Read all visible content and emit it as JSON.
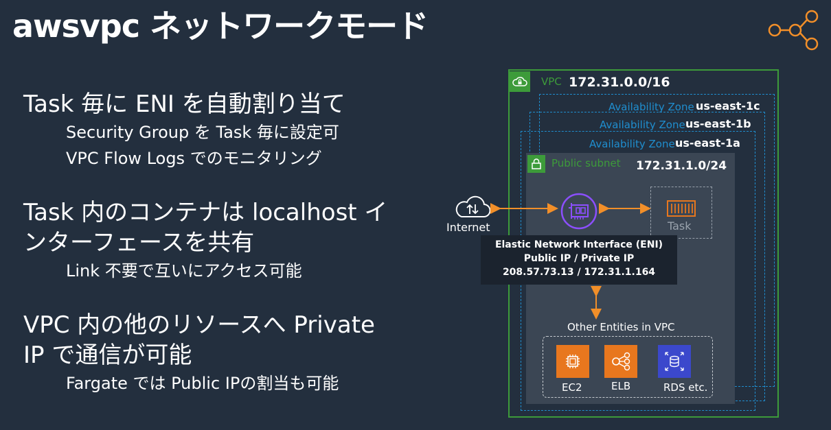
{
  "title": "awsvpc ネットワークモード",
  "bullets": [
    {
      "text": "Task 毎に ENI を自動割り当て",
      "subs": [
        "Security Group を Task 毎に設定可",
        "VPC Flow Logs でのモニタリング"
      ]
    },
    {
      "text": "Task 内のコンテナは localhost イ",
      "text2": "ンターフェースを共有",
      "subs": [
        "Link 不要で互いにアクセス可能"
      ]
    },
    {
      "text": "VPC 内の他のリソースへ Private",
      "text2": "IP で通信が可能",
      "subs": [
        "Fargate では Public IPの割当も可能"
      ]
    }
  ],
  "diagram": {
    "vpc_label": "VPC",
    "vpc_cidr": "172.31.0.0/16",
    "az_prefix": "Availability Zone",
    "zones": [
      "us-east-1c",
      "us-east-1b",
      "us-east-1a"
    ],
    "subnet_label": "Public subnet",
    "subnet_cidr": "172.31.1.0/24",
    "internet_label": "Internet",
    "task_label": "Task",
    "eni_lines": [
      "Elastic Network Interface (ENI)",
      "Public IP / Private IP",
      "208.57.73.13 / 172.31.1.164"
    ],
    "other_label": "Other Entities in VPC",
    "services": [
      {
        "label": "EC2",
        "icon": "ec2-icon",
        "color": "#e8771e"
      },
      {
        "label": "ELB",
        "icon": "elb-icon",
        "color": "#e8771e"
      },
      {
        "label": "RDS etc.",
        "icon": "rds-icon",
        "color": "#3b48cc"
      }
    ]
  },
  "colors": {
    "background": "#232f3e",
    "vpc_green": "#3d9b3a",
    "az_blue": "#1f8ecf",
    "arrow_orange": "#f28f29",
    "eni_purple": "#8c4fff"
  }
}
